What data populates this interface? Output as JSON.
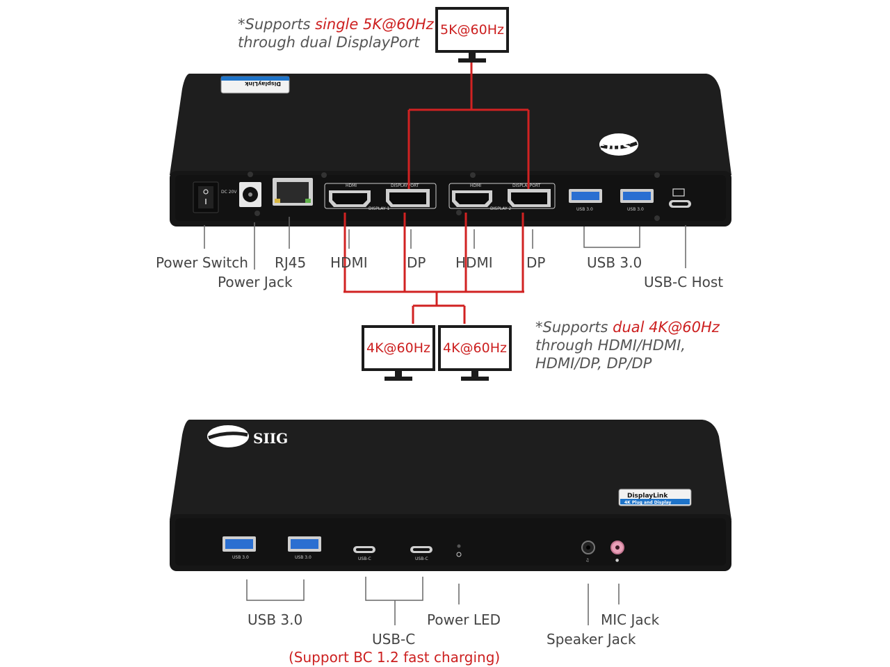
{
  "top_note": {
    "prefix": "*Supports ",
    "highlight": "single 5K@60Hz",
    "line2": "through dual DisplayPort"
  },
  "bottom_note": {
    "prefix": "*Supports ",
    "highlight": "dual 4K@60Hz",
    "line2": "through HDMI/HDMI,",
    "line3": "HDMI/DP, DP/DP"
  },
  "monitors": {
    "single": "5K@60Hz",
    "dual_left": "4K@60Hz",
    "dual_right": "4K@60Hz"
  },
  "back_panel": {
    "brand": "SIIG",
    "badge_line1": "DisplayLink",
    "badge_line2": "4K Plug and Display",
    "dc_label": "DC 20V",
    "hdmi": "HDMI",
    "displayport": "DISPLAYPORT",
    "display1": "DISPLAY 1",
    "display2": "DISPLAY 2",
    "usb_port": "USB 3.0"
  },
  "back_labels": {
    "power_switch": "Power Switch",
    "power_jack": "Power Jack",
    "rj45": "RJ45",
    "hdmi1": "HDMI",
    "dp1": "DP",
    "hdmi2": "HDMI",
    "dp2": "DP",
    "usb30": "USB 3.0",
    "usbc_host": "USB-C Host"
  },
  "front_panel": {
    "brand": "SIIG",
    "badge_line1": "DisplayLink",
    "badge_line2": "4K Plug and Display",
    "usb_port": "USB 3.0",
    "usbc_port": "USB-C"
  },
  "front_labels": {
    "usb30": "USB 3.0",
    "usbc": "USB-C",
    "usbc_note": "(Support BC 1.2 fast charging)",
    "power_led": "Power LED",
    "mic_jack": "MIC Jack",
    "speaker_jack": "Speaker Jack"
  },
  "colors": {
    "accent_red": "#cc1f1f",
    "device_body": "#1a1a1a",
    "label_gray": "#444444"
  }
}
